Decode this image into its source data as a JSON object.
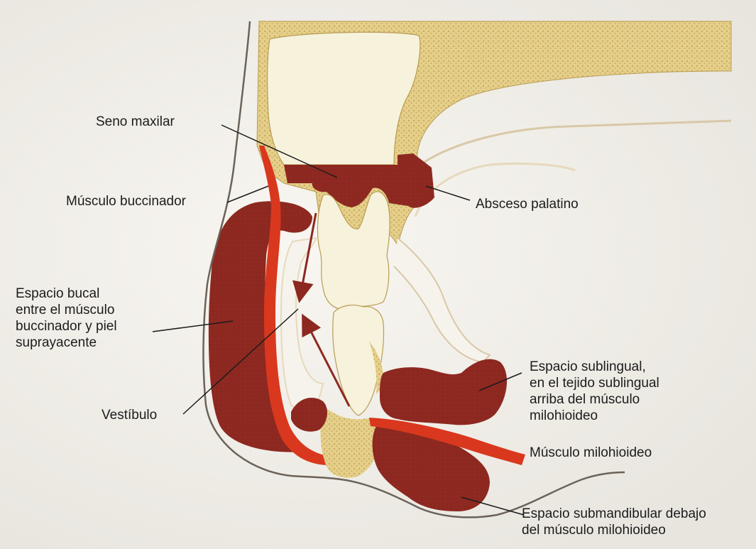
{
  "labels": {
    "seno_maxilar": "Seno maxilar",
    "musculo_buccinador": "Músculo buccinador",
    "absceso_palatino": "Absceso palatino",
    "espacio_bucal": "Espacio bucal\nentre el músculo\nbuccinador y piel\nsuprayacente",
    "vestibulo": "Vestíbulo",
    "espacio_sublingual": "Espacio sublingual,\nen el tejido sublingual\narriba del músculo\nmilohioideo",
    "musculo_milohioideo": "Músculo milohioideo",
    "espacio_submandibular": "Espacio submandibular debajo\ndel músculo milohioideo"
  },
  "colors": {
    "background": "#f6f3ec",
    "bone": "#e5cf8a",
    "bone_dots": "#c9ad5e",
    "abscess": "#8c2820",
    "muscle": "#d9381e",
    "tooth": "#f7f2dc",
    "outline": "#6b6258",
    "leader": "#1c1c1c"
  }
}
